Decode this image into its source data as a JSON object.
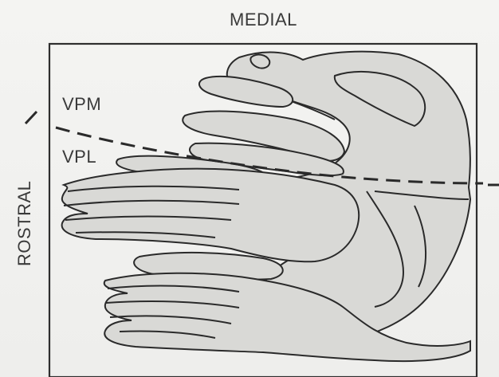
{
  "labels": {
    "top": "MEDIAL",
    "side": "ROSTRAL",
    "vpm": "VPM",
    "vpl": "VPL"
  },
  "colors": {
    "fill": "#d9d9d6",
    "stroke": "#2a2a2a",
    "frame": "#2e2e2e"
  }
}
